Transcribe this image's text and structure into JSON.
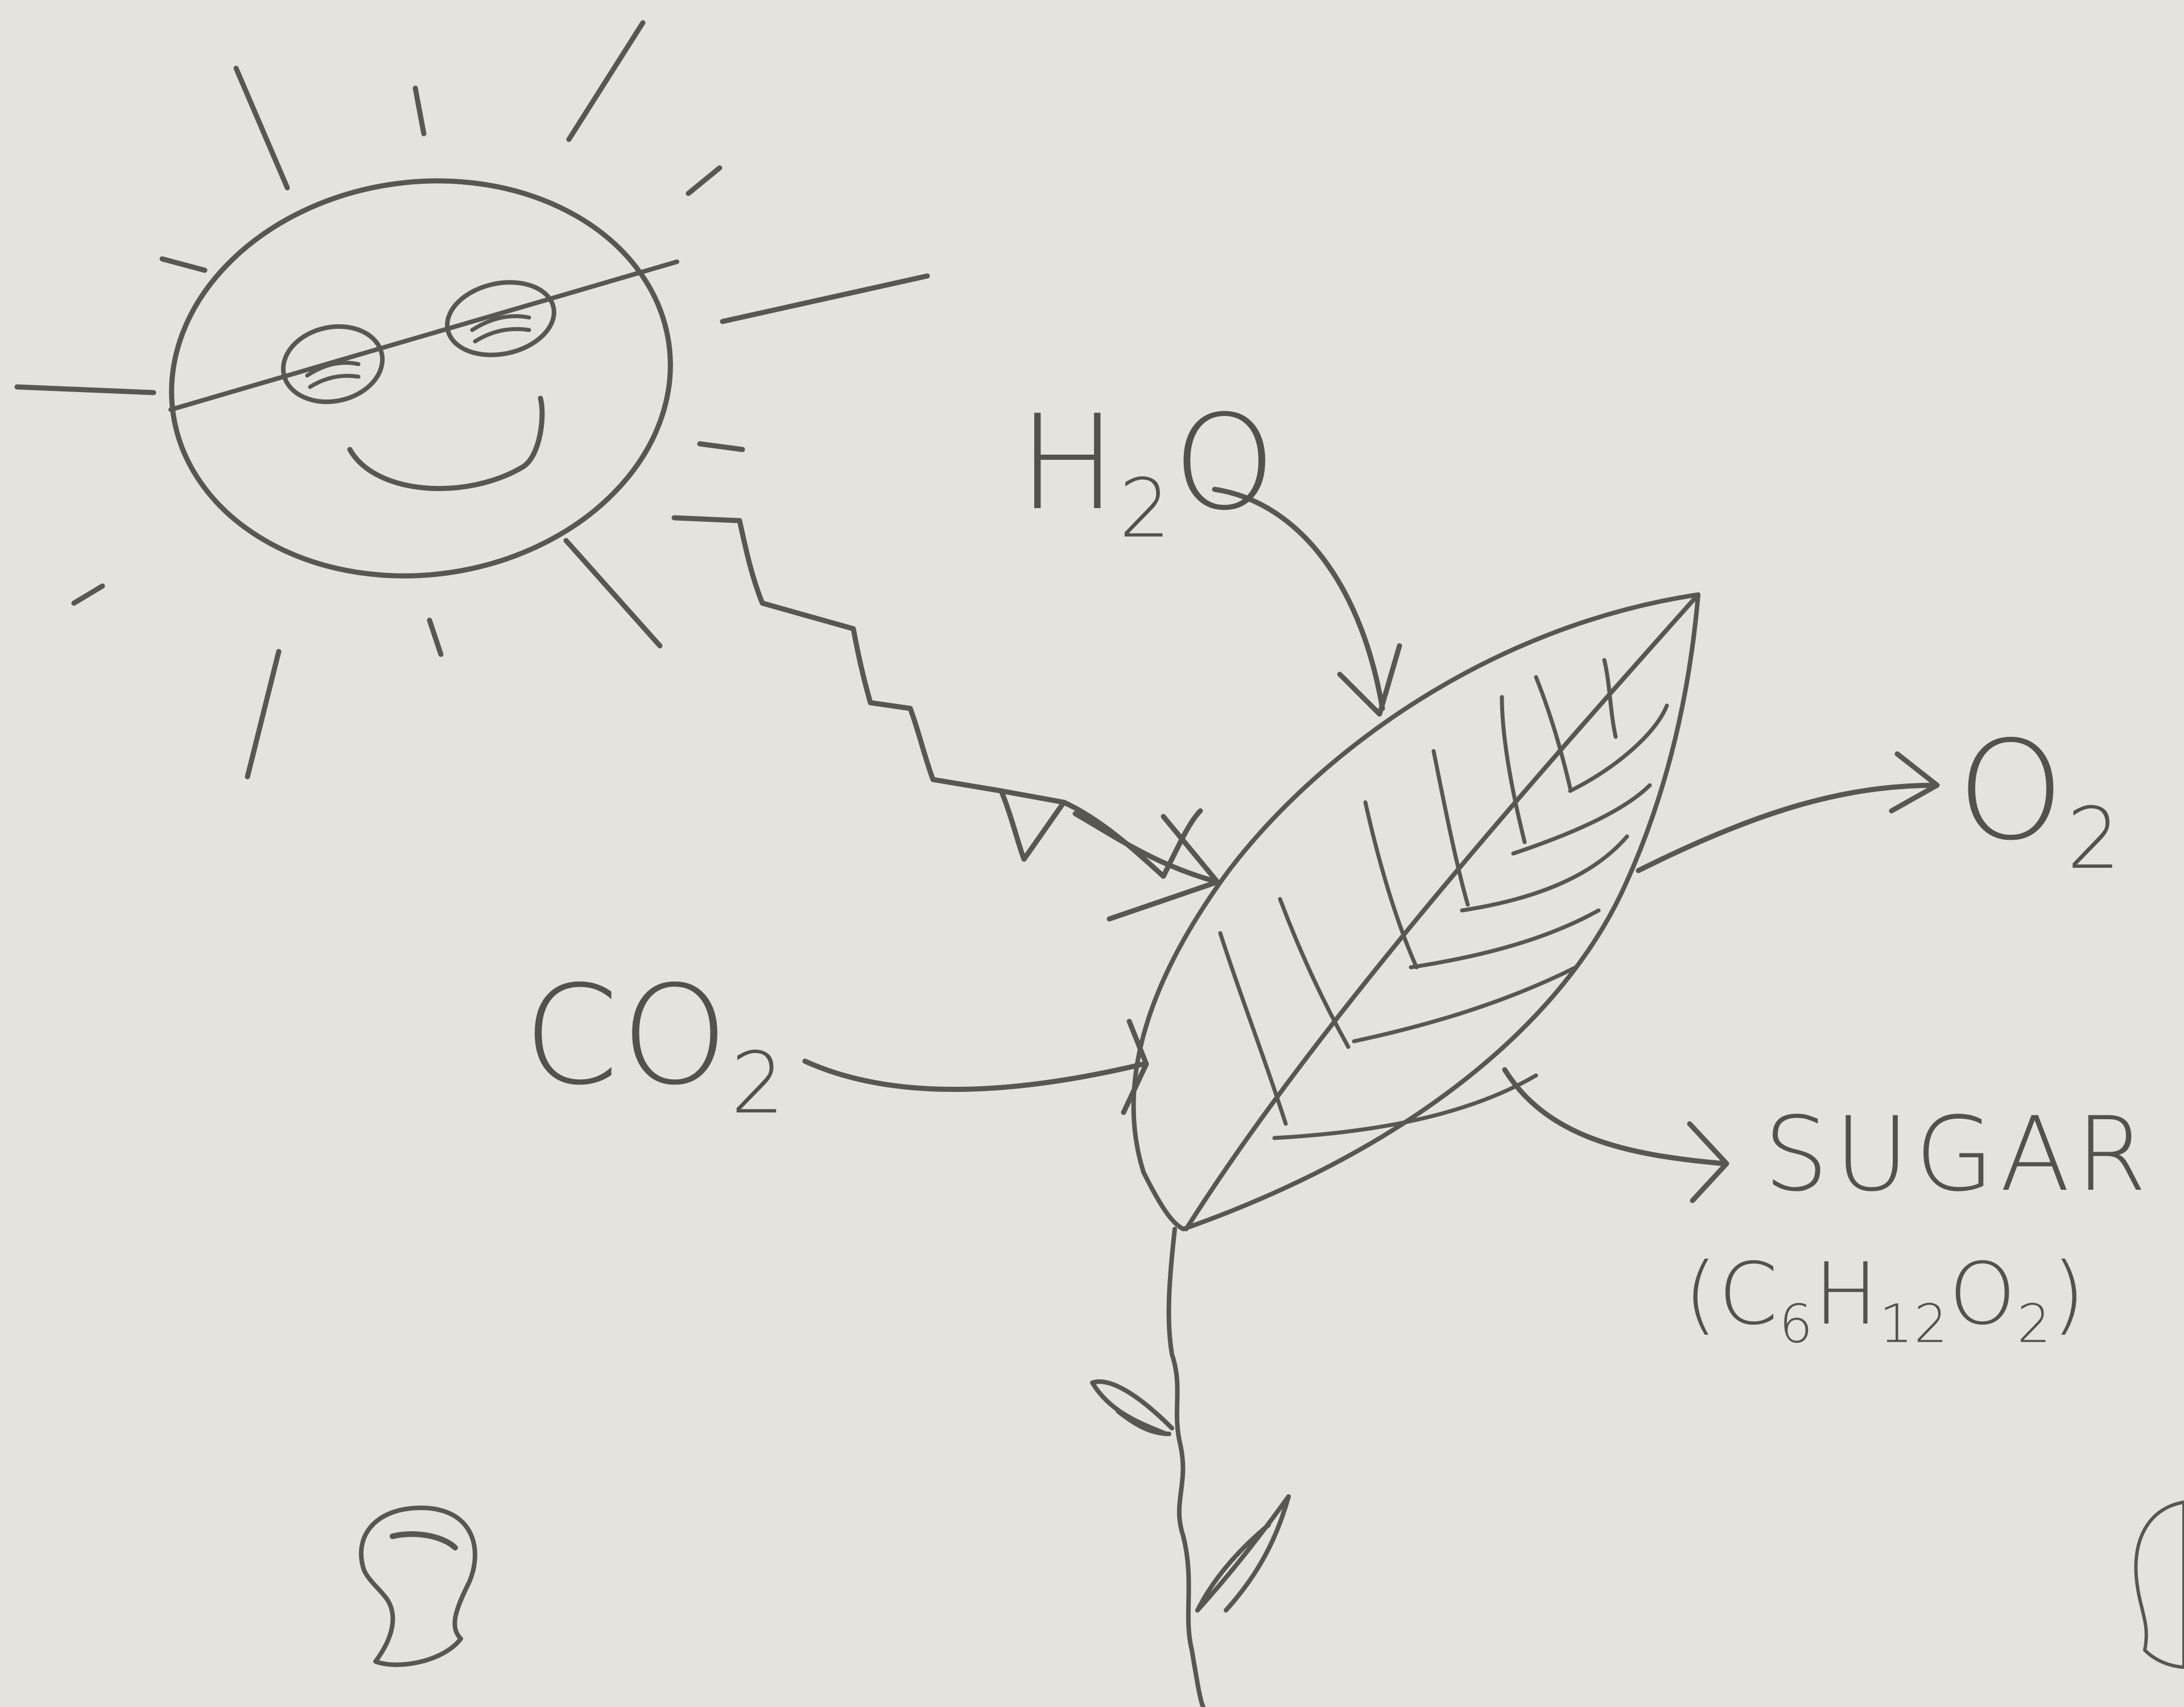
{
  "diagram": {
    "labels": {
      "h2o": {
        "main": "H",
        "sub": "2",
        "tail": "O"
      },
      "co2": {
        "main": "CO",
        "sub": "2"
      },
      "o2": {
        "main": "O",
        "sub": "2"
      },
      "sugar": "SUGAR",
      "sugar_formula": {
        "open": "(C",
        "c_sub": "6",
        "h": "H",
        "h_sub": "12",
        "o": "O",
        "o_sub": "2",
        "close": ")"
      }
    },
    "colors": {
      "paper": "#e6e3de",
      "ink": "#5a5652",
      "sunglasses": "#3a3735",
      "magnet_left": "#4a4846",
      "magnet_right": "#1a1a1a"
    },
    "icons": [
      "sun-with-sunglasses-icon",
      "leaf-icon",
      "stem-icon",
      "magnet-icon"
    ]
  }
}
